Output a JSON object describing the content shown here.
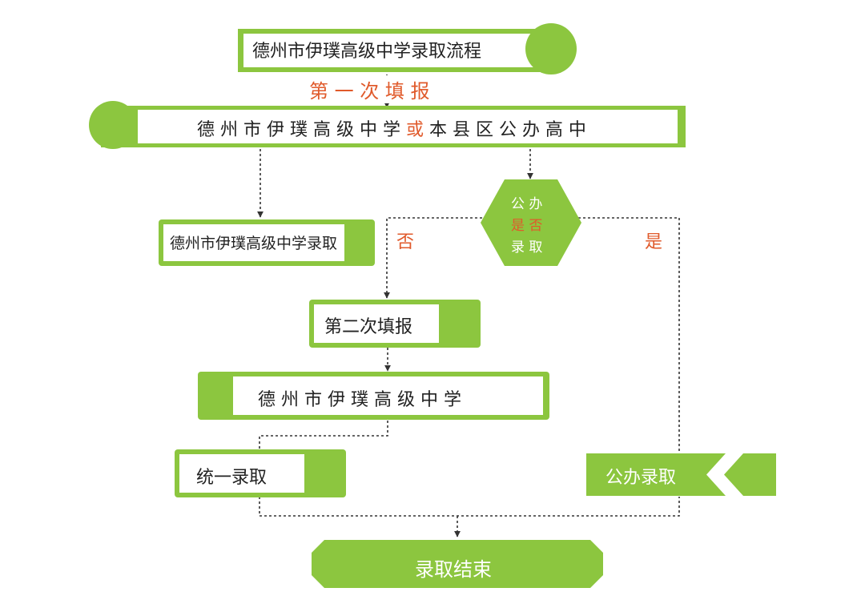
{
  "diagram": {
    "title": "德州市伊璞高级中学录取流程",
    "first_round": "第 一 次 填 报",
    "choice_part1": "德 州 市 伊 璞 高 级 中 学",
    "choice_or": "或",
    "choice_part2": "本 县 区 公 办 高 中",
    "yipu_admission": "德州市伊璞高级中学录取",
    "decision": {
      "line1": "公 办",
      "yes_word": "是",
      "no_word": "否",
      "line3": "录 取"
    },
    "branch_no": "否",
    "branch_yes": "是",
    "second_round": "第二次填报",
    "school": "德 州 市 伊 璞 高 级 中 学",
    "unified_admission": "统一录取",
    "public_admission": "公办录取",
    "end": "录取结束"
  },
  "colors": {
    "green": "#8cc63f",
    "red_accent": "#e05a2b",
    "text": "#222222",
    "line": "#333333"
  }
}
